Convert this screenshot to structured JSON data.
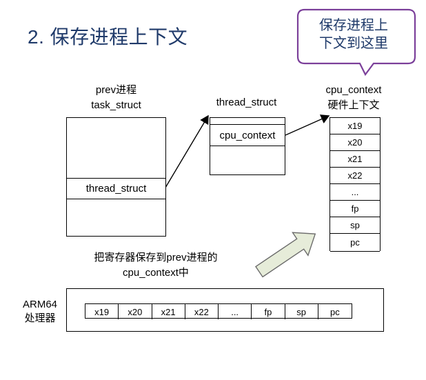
{
  "title": "2. 保存进程上下文",
  "callout": {
    "line1": "保存进程上",
    "line2": "下文到这里"
  },
  "prev": {
    "line1": "prev进程",
    "line2": "task_struct",
    "field": "thread_struct"
  },
  "thread": {
    "label": "thread_struct",
    "field": "cpu_context"
  },
  "cpu": {
    "line1": "cpu_context",
    "line2": "硬件上下文",
    "regs": [
      "x19",
      "x20",
      "x21",
      "x22",
      "...",
      "fp",
      "sp",
      "pc"
    ]
  },
  "note": {
    "line1": "把寄存器保存到prev进程的",
    "line2": "cpu_context中"
  },
  "arm": {
    "line1": "ARM64",
    "line2": "处理器",
    "regs": [
      "x19",
      "x20",
      "x21",
      "x22",
      "...",
      "fp",
      "sp",
      "pc"
    ]
  },
  "colors": {
    "title": "#1f3a6a",
    "callout_border": "#7b3f9a",
    "arrow_fill": "#e6ecd9"
  }
}
